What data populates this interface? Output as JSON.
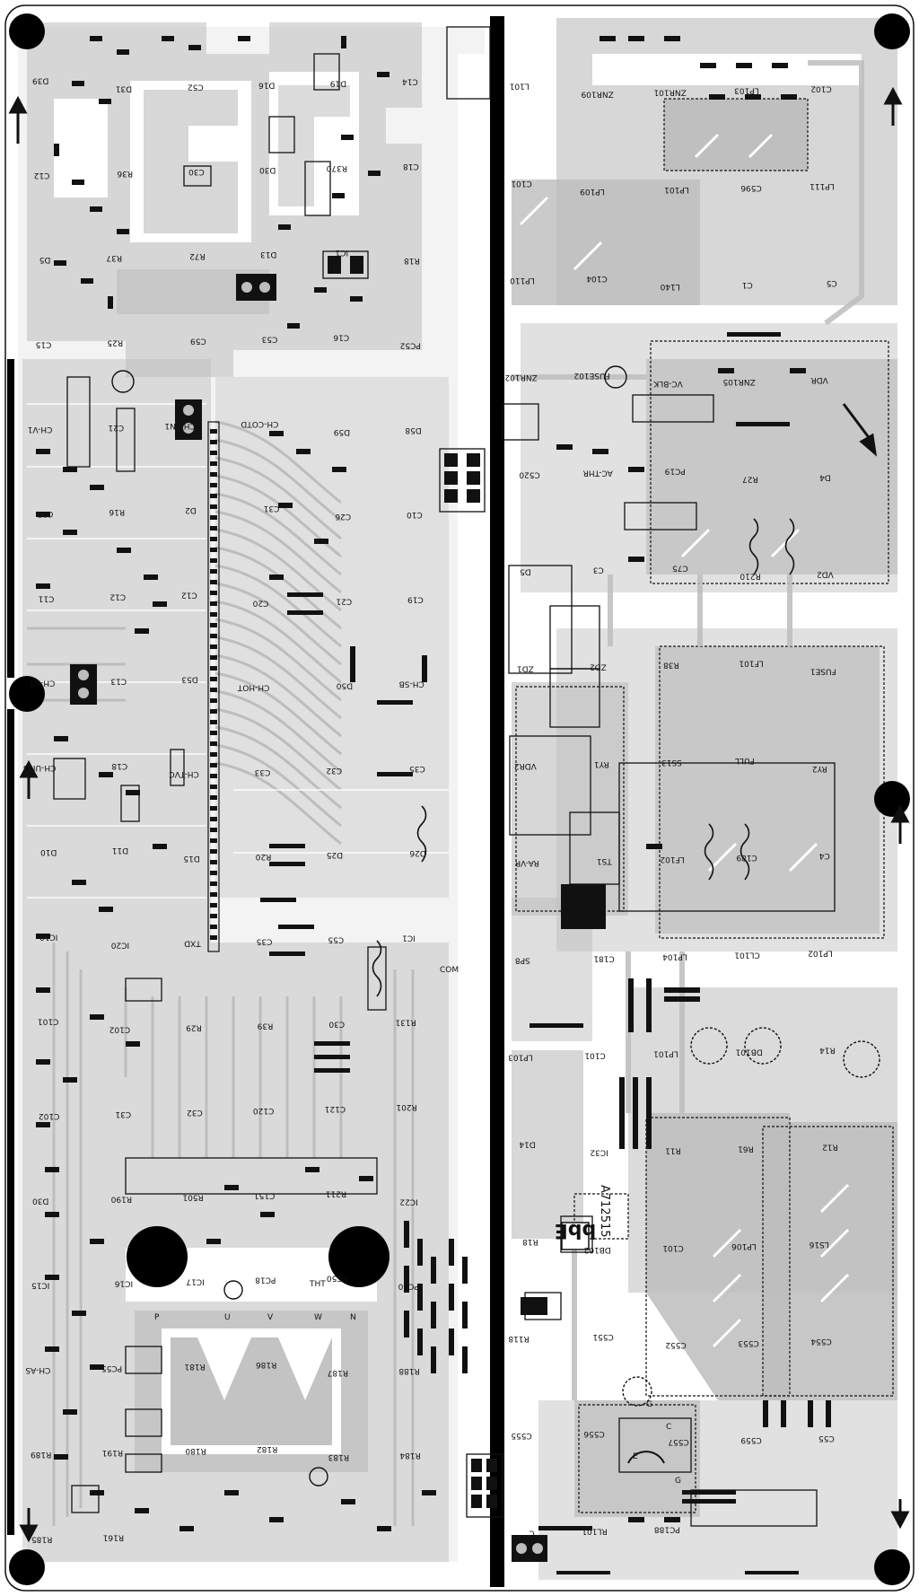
{
  "board": {
    "colors": {
      "background": "#ffffff",
      "copper": "#bdbdbd",
      "silk": "#111111",
      "bus": "#000000"
    }
  },
  "left_labels": [
    "D39",
    "D31",
    "C52",
    "D16",
    "D19",
    "C14",
    "C12",
    "R36",
    "C30",
    "D30",
    "R370",
    "C18",
    "D5",
    "R37",
    "R72",
    "D13",
    "IC1",
    "R18",
    "C15",
    "R25",
    "C59",
    "C53",
    "C16",
    "PC52",
    "CH-V1",
    "C21",
    "CH-EN1",
    "CH-COTD",
    "D59",
    "D58",
    "C57",
    "R16",
    "D2",
    "C31",
    "C26",
    "C10",
    "C11",
    "C12",
    "C12",
    "C20",
    "C21",
    "C19",
    "CH-HT",
    "C13",
    "D53",
    "CH-HOT",
    "D50",
    "CH-SB",
    "CH-UMS",
    "C18",
    "CH-TVC",
    "C33",
    "C32",
    "C35",
    "D10",
    "D11",
    "D15",
    "R20",
    "D25",
    "D26",
    "IC10",
    "IC20",
    "TXD",
    "C35",
    "C55",
    "IC1",
    "C101",
    "C102",
    "R29",
    "R39",
    "C30",
    "R131",
    "C102",
    "C31",
    "C32",
    "C120",
    "C121",
    "R201",
    "D30",
    "R190",
    "R501",
    "C151",
    "R211",
    "IC22",
    "IC15",
    "IC16",
    "IC17",
    "PC18",
    "PC50",
    "PC20",
    "CH-AS",
    "PC55",
    "R181",
    "R186",
    "R187",
    "R188",
    "R189",
    "R191",
    "R180",
    "R182",
    "R183",
    "R184",
    "R185",
    "R161"
  ],
  "right_labels": [
    "L101",
    "ZNR109",
    "ZNR101",
    "LP103",
    "C102",
    "C101",
    "LP109",
    "LP101",
    "C596",
    "LP111",
    "LP110",
    "C104",
    "L140",
    "C1",
    "C5",
    "ZNR102",
    "FUSE102",
    "VC-BLK",
    "ZNR105",
    "VDR",
    "C520",
    "AC-THR",
    "PC19",
    "R27",
    "D4",
    "D5",
    "C3",
    "C75",
    "R210",
    "VD2",
    "ZD1",
    "ZD2",
    "R38",
    "LF101",
    "FUSE1",
    "VDR2",
    "RY1",
    "SS13",
    "FULL",
    "RY2",
    "RA-VR",
    "TS1",
    "LF102",
    "C189",
    "C4",
    "SP8",
    "C181",
    "LP104",
    "CL101",
    "LP102",
    "LP103",
    "C101",
    "LP101",
    "DB101",
    "R14",
    "D14",
    "IC32",
    "R11",
    "R61",
    "R12",
    "R18",
    "DB102",
    "C101",
    "LP106",
    "LS16",
    "R118",
    "C551",
    "C552",
    "C553",
    "C554",
    "C555",
    "C556",
    "C557",
    "C559",
    "C55",
    "C",
    "RL101",
    "PC188"
  ],
  "misc_labels": [
    "COM",
    "THT",
    "P",
    "U",
    "V",
    "W",
    "N",
    "G",
    "E",
    "C",
    "G"
  ],
  "ic_marking": "bbE",
  "panel_marking": "A712515"
}
